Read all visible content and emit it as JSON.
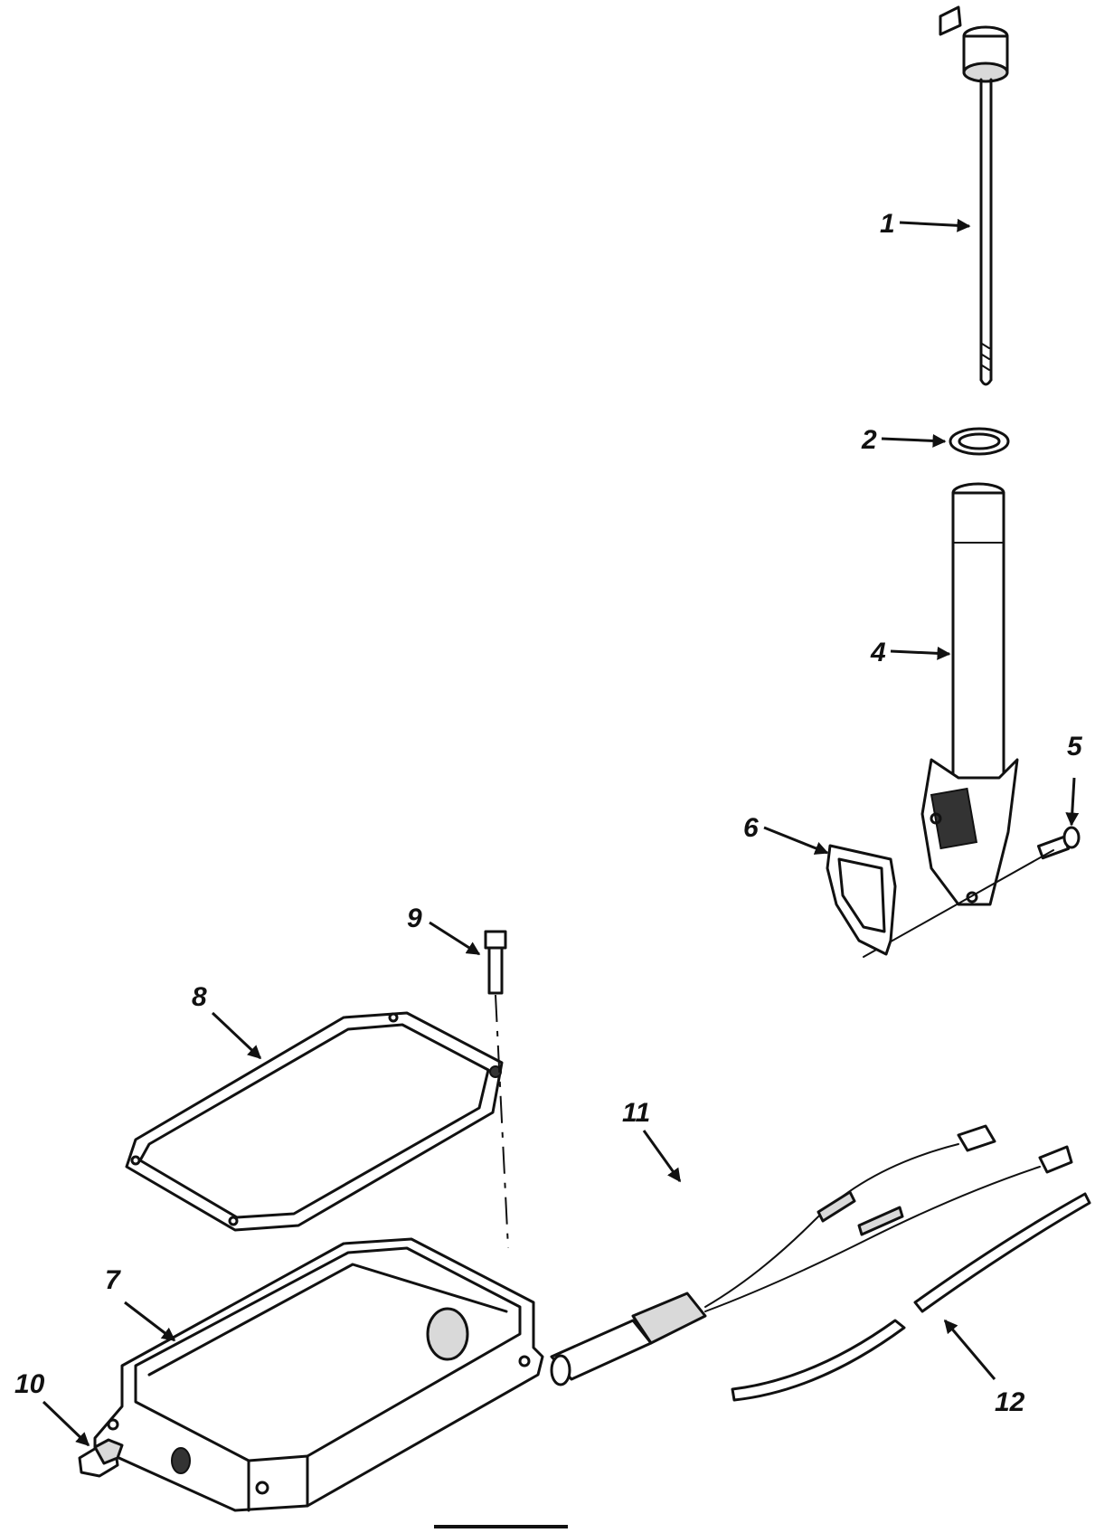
{
  "callouts": {
    "c1": "1",
    "c2": "2",
    "c4": "4",
    "c5": "5",
    "c6": "6",
    "c7": "7",
    "c8": "8",
    "c9": "9",
    "c10": "10",
    "c11": "11",
    "c12": "12"
  }
}
